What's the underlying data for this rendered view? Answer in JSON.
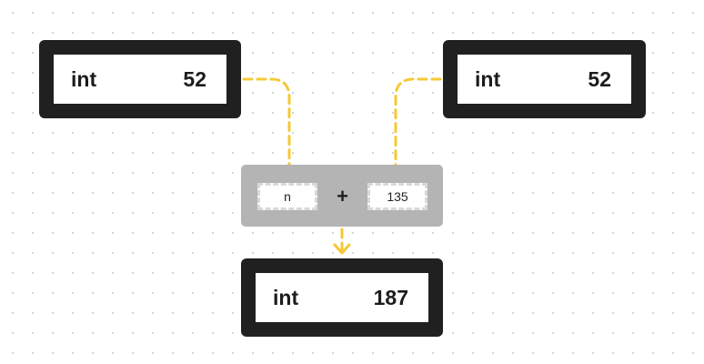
{
  "colors": {
    "wire": "#f5c935",
    "node_border": "#202020",
    "operator_bg": "#b4b4b4",
    "slot_border": "#d9d9d9"
  },
  "nodes": {
    "input_left": {
      "type": "int",
      "value": "52"
    },
    "input_right": {
      "type": "int",
      "value": "52"
    },
    "output": {
      "type": "int",
      "value": "187"
    }
  },
  "operator": {
    "left_operand": "n",
    "symbol": "+",
    "right_operand": "135"
  }
}
